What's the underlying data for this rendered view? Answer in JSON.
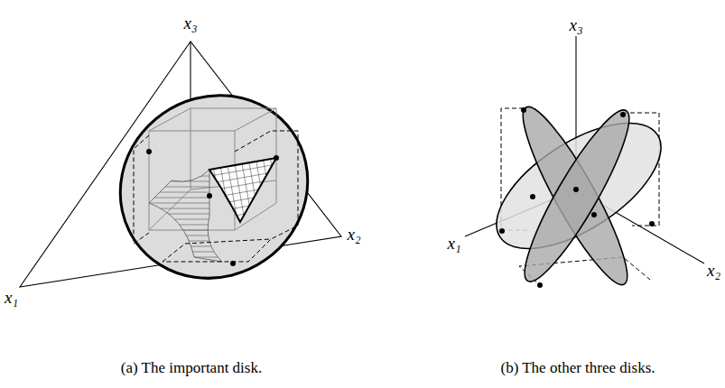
{
  "diagram": {
    "labels": [
      "x₃",
      "x₁",
      "x₂",
      "(a) The important disk.",
      "x₃",
      "x₁",
      "x₂",
      "(b) The other three disks."
    ]
  }
}
